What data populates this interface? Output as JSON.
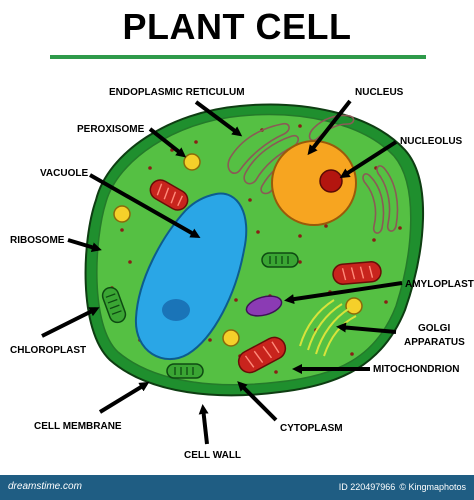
{
  "title": "PLANT CELL",
  "labels": {
    "endoplasmic_reticulum": "ENDOPLASMIC RETICULUM",
    "nucleus": "NUCLEUS",
    "peroxisome": "PEROXISOME",
    "nucleolus": "NUCLEOLUS",
    "vacuole": "VACUOLE",
    "ribosome": "RIBOSOME",
    "amyloplast": "AMYLOPLAST",
    "golgi_1": "GOLGI",
    "golgi_2": "APPARATUS",
    "chloroplast": "CHLOROPLAST",
    "mitochondrion": "MITOCHONDRION",
    "cell_membrane": "CELL MEMBRANE",
    "cytoplasm": "CYTOPLASM",
    "cell_wall": "CELL WALL"
  },
  "footer": {
    "watermark": "dreamstime.com",
    "id_text": "ID 220497966",
    "credit": "© Kingmaphotos"
  },
  "colors": {
    "cell_wall": "#1f8f2e",
    "cytoplasm": "#55c043",
    "vacuole": "#2aa6e6",
    "nucleus": "#f7a520",
    "nucleolus": "#b3150f",
    "mitochondrion": "#c8241d",
    "peroxisome": "#f5d02a",
    "amyloplast": "#8b3bb4",
    "golgi": "#d7e33b",
    "footer": "#1f5d83"
  }
}
